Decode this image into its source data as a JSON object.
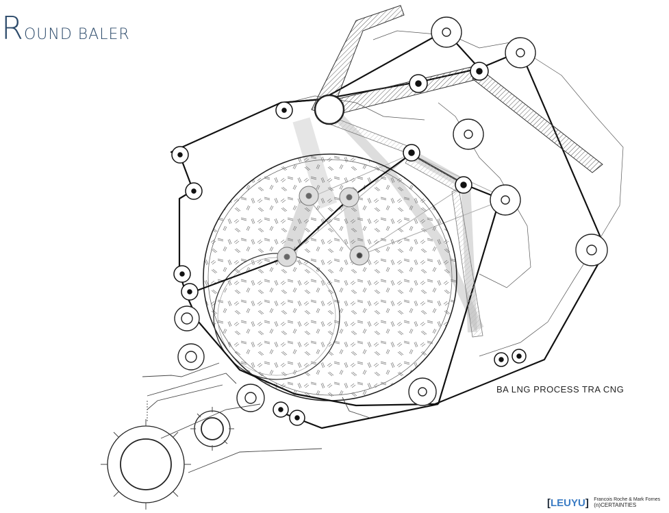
{
  "title": {
    "initial": "R",
    "rest": "OUND BALER"
  },
  "annotation": {
    "process_label": "BA LNG PROCESS TRA CNG"
  },
  "credit": {
    "bracket_open": "[",
    "logo": "LEUYU",
    "bracket_close": "]",
    "authors": "Francois Roche & Mark Fornes",
    "studio": "(n)CERTAINTIES"
  },
  "colors": {
    "title": "#2c4a6a",
    "logo_accent": "#3b7cc4",
    "ink": "#111111",
    "ghost": "#9a9a9a"
  }
}
